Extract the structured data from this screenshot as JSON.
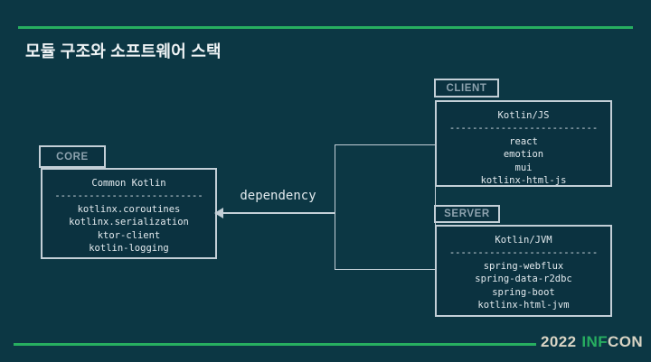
{
  "slide": {
    "title": "모듈 구조와 소프트웨어 스택",
    "footer": {
      "year": "2022",
      "brand_inf": "INF",
      "brand_con": "CON"
    }
  },
  "diagram": {
    "dependency_label": "dependency",
    "modules": [
      {
        "id": "core",
        "tab": "CORE",
        "title": "Common Kotlin",
        "divider": "--------------------------",
        "items": [
          "kotlinx.coroutines",
          "kotlinx.serialization",
          "ktor-client",
          "kotlin-logging"
        ]
      },
      {
        "id": "client",
        "tab": "CLIENT",
        "title": "Kotlin/JS",
        "divider": "--------------------------",
        "items": [
          "react",
          "emotion",
          "mui",
          "kotlinx-html-js"
        ]
      },
      {
        "id": "server",
        "tab": "SERVER",
        "title": "Kotlin/JVM",
        "divider": "--------------------------",
        "items": [
          "spring-webflux",
          "spring-data-r2dbc",
          "spring-boot",
          "kotlinx-html-jvm"
        ]
      }
    ]
  },
  "colors": {
    "background": "#0c3744",
    "accent_green": "#27ae60",
    "box_border": "#c3cfd7",
    "box_text": "#e3eaee",
    "tab_text": "#8da2ae",
    "footer_cream": "#d9d4c4"
  }
}
